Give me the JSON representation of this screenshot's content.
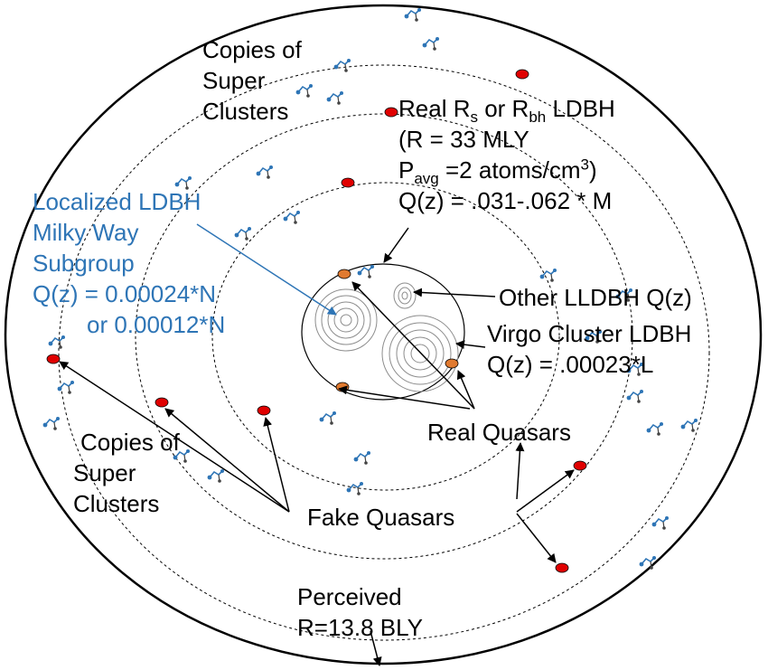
{
  "colors": {
    "ink": "#000000",
    "accent_blue": "#2e75b6",
    "fake_quasar": "#e00000",
    "real_quasar": "#e07a30",
    "galaxy_gray": "#8c8c8c"
  },
  "icons": {
    "fake_quasar": "red-dot-icon",
    "real_quasar": "orange-dot-icon",
    "galaxy_group": "galaxy-cluster-glyph-icon",
    "spiral_cluster": "spiral-galaxy-icon"
  },
  "labels": {
    "top_left_copies": [
      "Copies of",
      "Super",
      "Clusters"
    ],
    "real_ldbh": {
      "line1": {
        "prefix": "Real R",
        "sub1": "s",
        "mid": " or R",
        "sub2": "bh",
        "suffix": "  LDBH"
      },
      "line2": "(R = 33 MLY",
      "line3": {
        "prefix": "P",
        "sub": "avg",
        "mid": " =2 atoms/cm",
        "sup": "3",
        "suffix": ")"
      },
      "line4": "Q(z) = .031-.062 * M"
    },
    "localized": [
      "Localized LDBH",
      "Milky Way",
      "Subgroup",
      "Q(z) = 0.00024*N",
      "or 0.00012*N"
    ],
    "other_lldbh": "Other LLDBH Q(z)",
    "virgo": [
      "Virgo Cluster LDBH",
      "Q(z) = .00023*L"
    ],
    "real_quasars": "Real Quasars",
    "bottom_left_copies": [
      "Copies  of",
      "Super",
      "Clusters"
    ],
    "fake_quasars": "Fake Quasars",
    "perceived": [
      "Perceived",
      "R=13.8 BLY"
    ]
  }
}
